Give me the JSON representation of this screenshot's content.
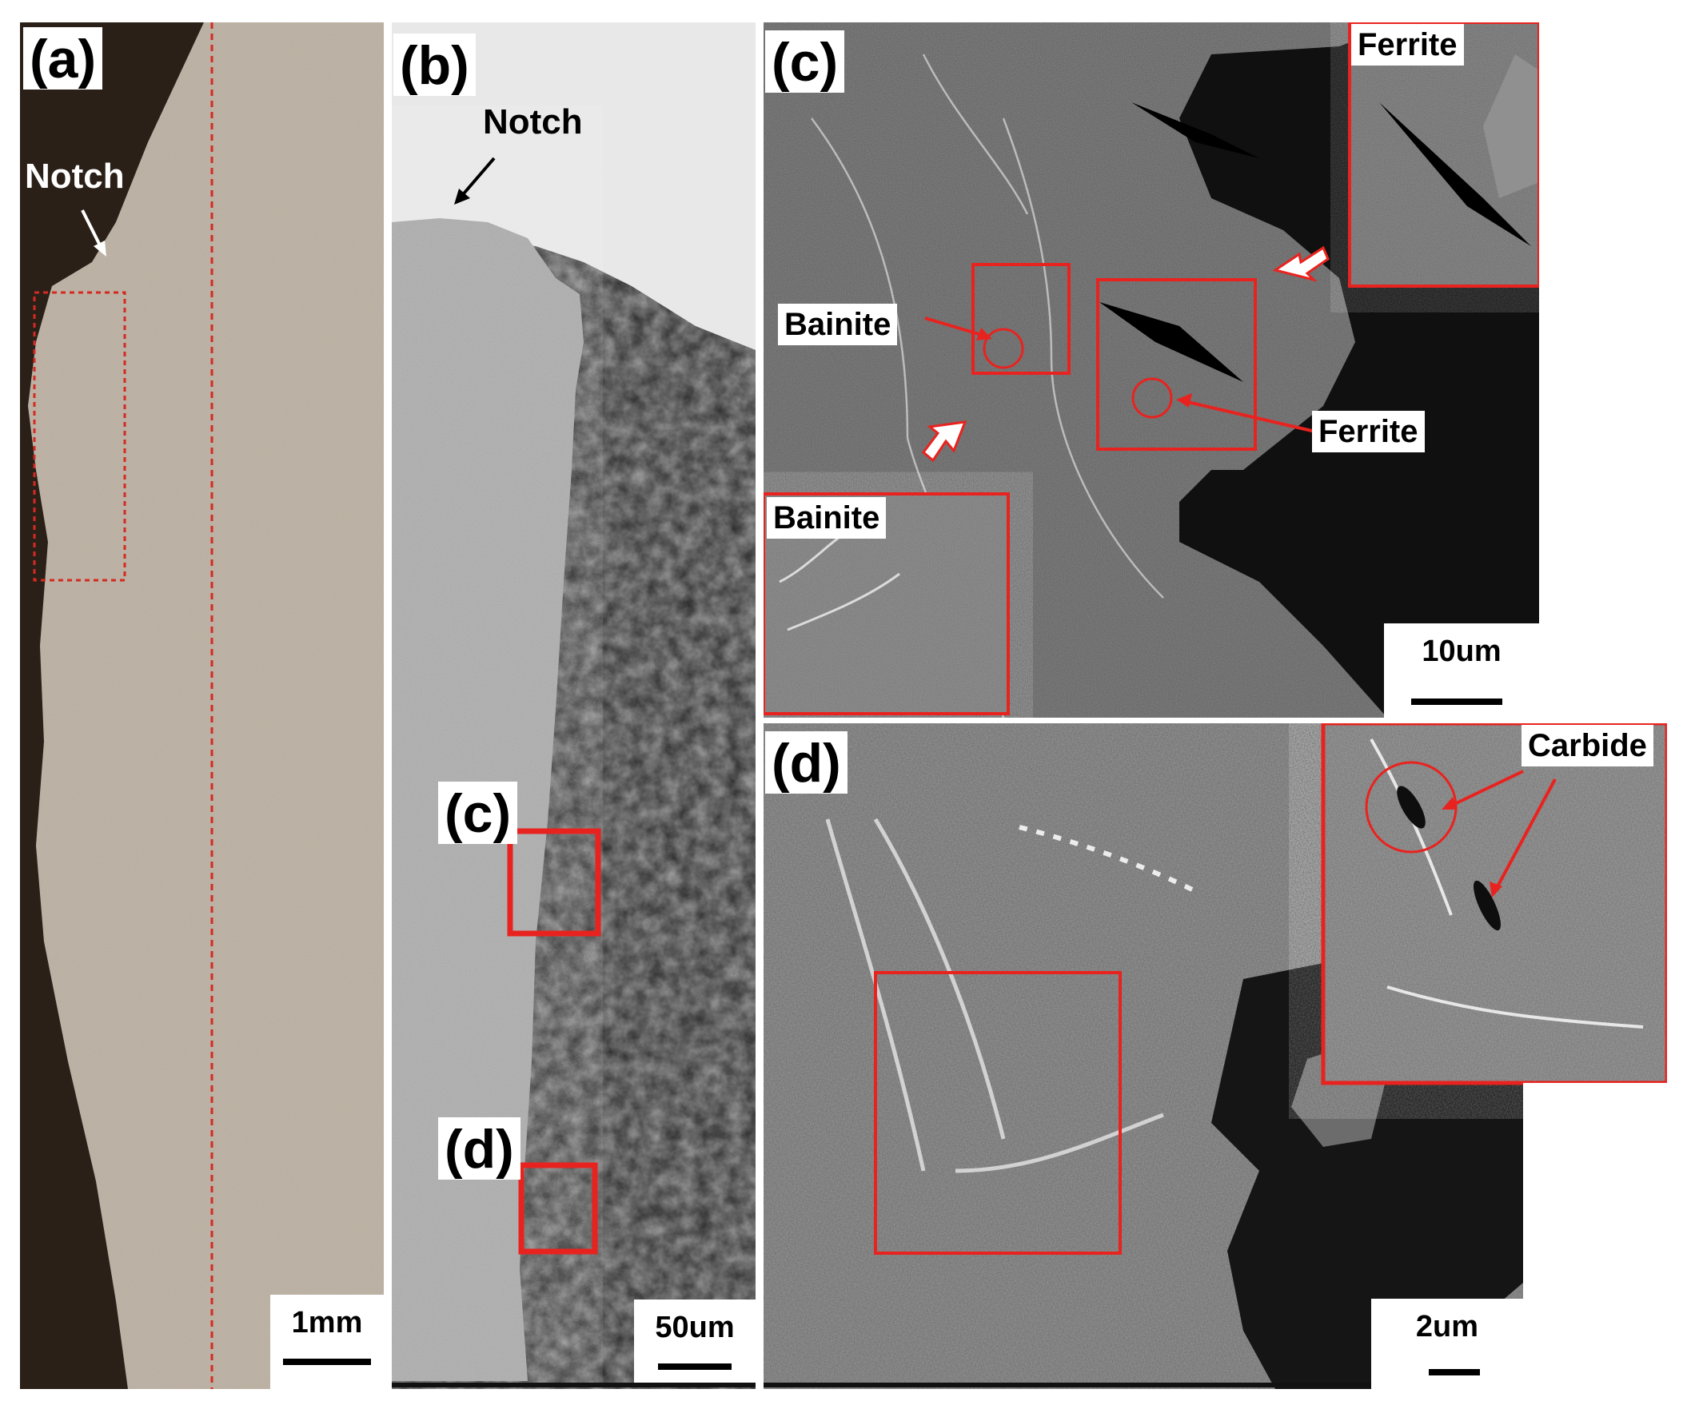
{
  "panels": {
    "a": {
      "label": "(a)",
      "notch_label": "Notch",
      "scale_label": "1mm"
    },
    "b": {
      "label": "(b)",
      "notch_label": "Notch",
      "scale_label": "50um",
      "box_c_label": "(c)",
      "box_d_label": "(d)"
    },
    "c": {
      "label": "(c)",
      "inset_label": "Ferrite",
      "bainite_label": "Bainite",
      "ferrite_label": "Ferrite",
      "bainite_inset_label": "Bainite",
      "scale_label": "10um"
    },
    "d": {
      "label": "(d)",
      "carbide_label": "Carbide",
      "scale_label": "2um"
    }
  },
  "colors": {
    "annotation_red": "#e8231f",
    "guide_red": "#d42a22",
    "tissue": "#b9ad9e",
    "background_dark": "#2a1f16"
  }
}
